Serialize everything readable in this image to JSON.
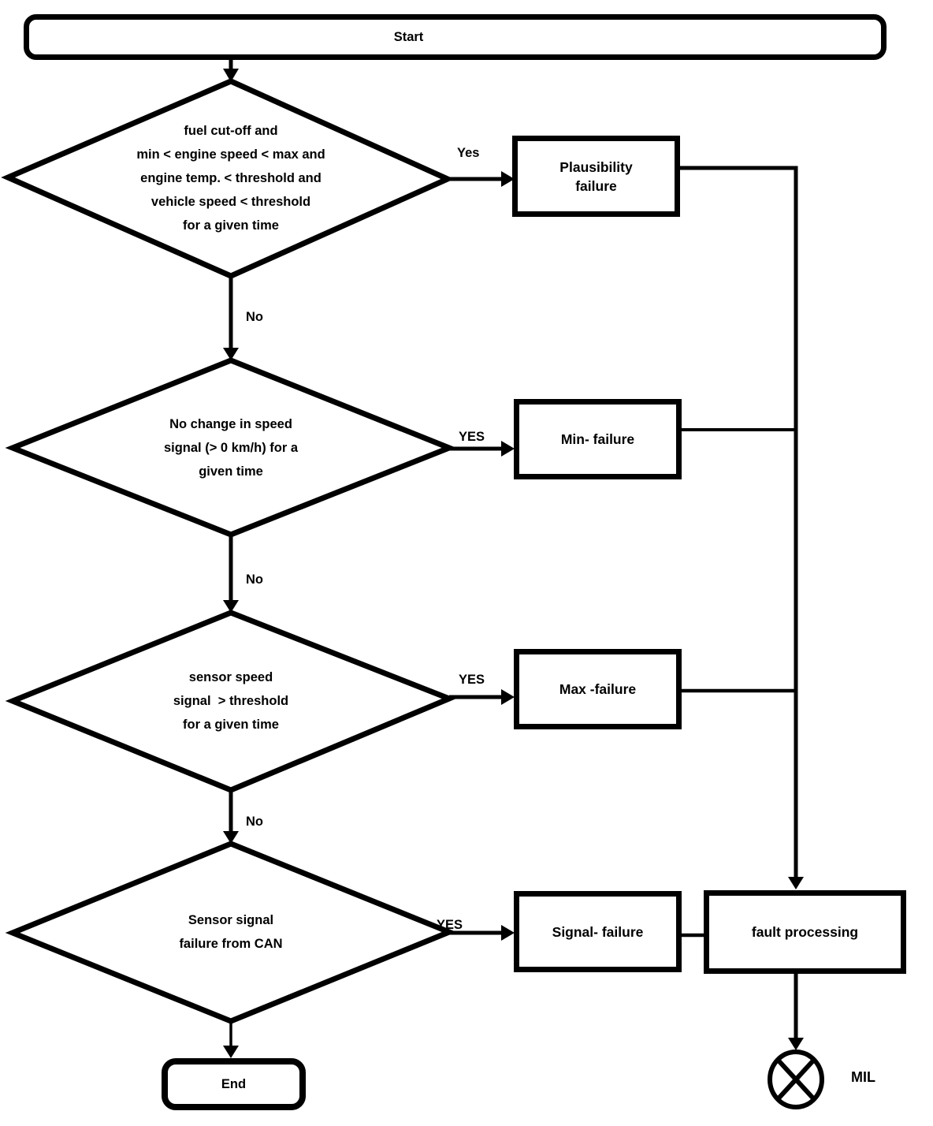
{
  "diagram": {
    "background_color": "#ffffff",
    "stroke_color": "#000000",
    "nodes": {
      "start": {
        "label": "Start"
      },
      "decision_plausibility": {
        "lines": [
          "fuel cut-off and",
          "min < engine speed < max and",
          "engine temp. < threshold and",
          "vehicle speed < threshold",
          "for a given time"
        ]
      },
      "process_plausibility": {
        "lines": [
          "Plausibility",
          "failure"
        ]
      },
      "decision_min": {
        "lines": [
          "No change in speed",
          "signal (> 0 km/h) for a",
          "given time"
        ]
      },
      "process_min": {
        "label": "Min- failure"
      },
      "decision_max": {
        "lines": [
          "sensor speed",
          "signal  > threshold",
          "for a given time"
        ]
      },
      "process_max": {
        "label": "Max -failure"
      },
      "decision_signal": {
        "lines": [
          "Sensor signal",
          "failure from CAN"
        ]
      },
      "process_signal": {
        "label": "Signal- failure"
      },
      "process_fault": {
        "label": "fault processing"
      },
      "end": {
        "label": "End"
      },
      "mil": {
        "label": "MIL"
      }
    },
    "edge_labels": {
      "yes1": "Yes",
      "no1": "No",
      "yes2": "YES",
      "no2": "No",
      "yes3": "YES",
      "no3": "No",
      "yes4": "YES"
    }
  }
}
